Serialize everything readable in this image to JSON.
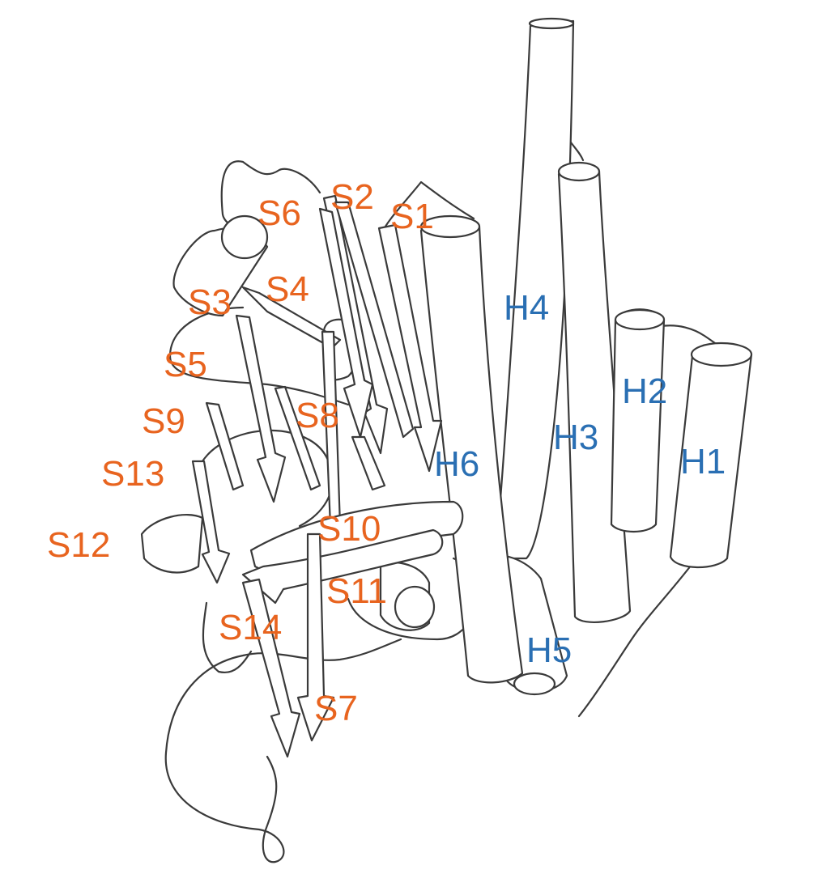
{
  "colors": {
    "strand_label": "#e8641f",
    "helix_label": "#2a6fb3",
    "outline": "#3a3a3a",
    "background": "#ffffff"
  },
  "labels": {
    "strands": {
      "s1": "S1",
      "s2": "S2",
      "s3": "S3",
      "s4": "S4",
      "s5": "S5",
      "s6": "S6",
      "s7": "S7",
      "s8": "S8",
      "s9": "S9",
      "s10": "S10",
      "s11": "S11",
      "s12": "S12",
      "s13": "S13",
      "s14": "S14"
    },
    "helices": {
      "h1": "H1",
      "h2": "H2",
      "h3": "H3",
      "h4": "H4",
      "h5": "H5",
      "h6": "H6"
    }
  }
}
